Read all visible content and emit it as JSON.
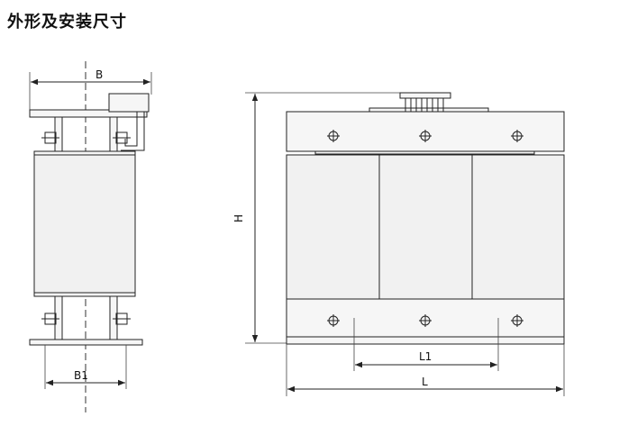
{
  "title": "外形及安装尺寸",
  "side_view": {
    "width_label": "B",
    "base_width_label": "B1"
  },
  "front_view": {
    "height_label": "H",
    "length_label": "L",
    "hole_spacing_label": "L1"
  }
}
